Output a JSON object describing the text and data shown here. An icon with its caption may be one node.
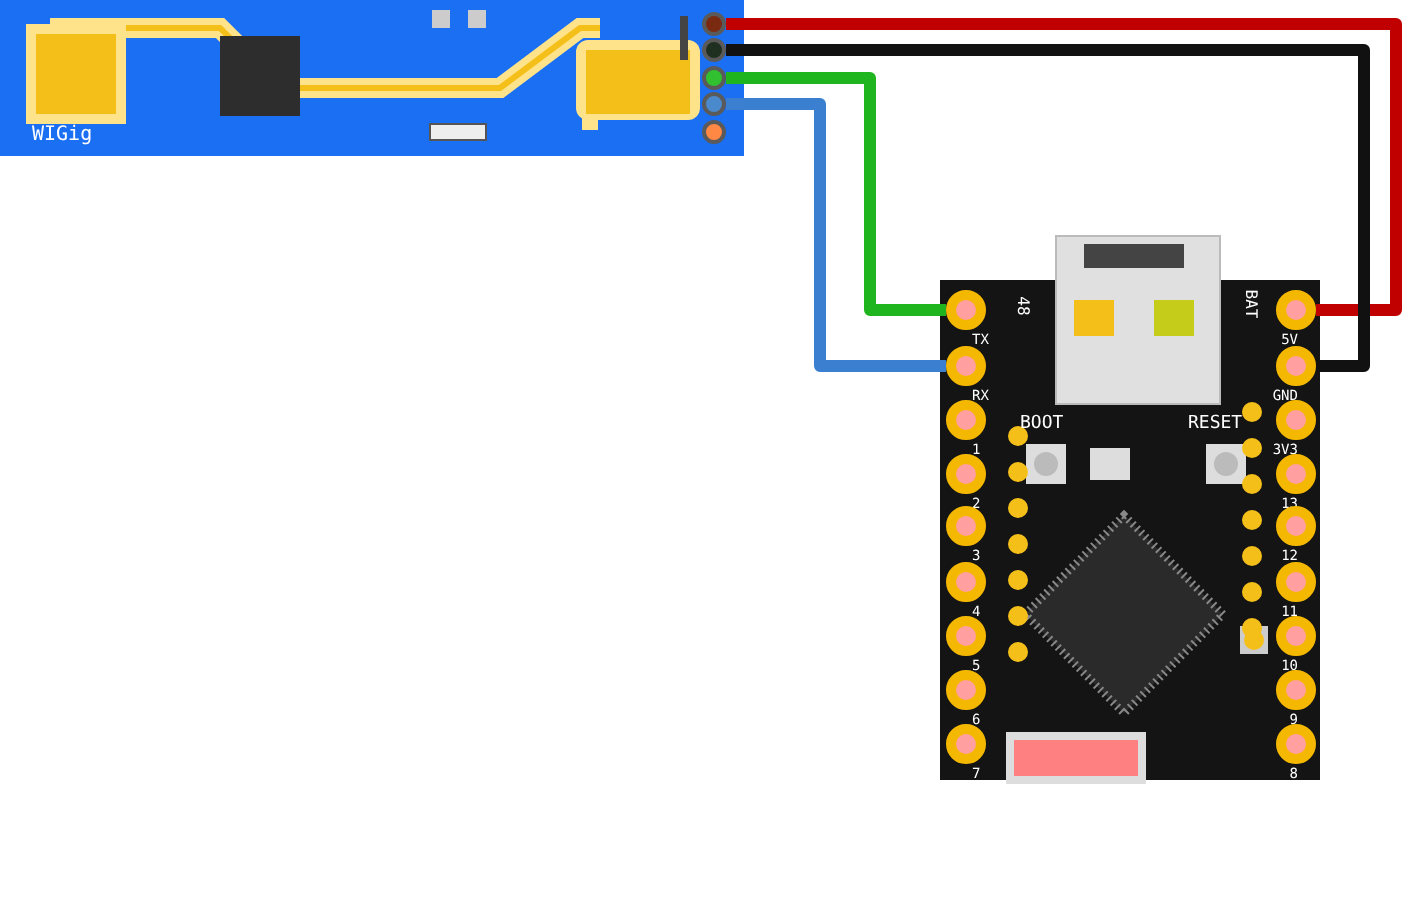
{
  "diagram": {
    "nodes": [
      {
        "text": [
          "WIGig"
        ]
      },
      {
        "text": [],
        "shape": "circle",
        "in": 0
      },
      {
        "text": [],
        "shape": "circle",
        "in": 0
      },
      {
        "text": [],
        "shape": "circle",
        "in": 0
      },
      {
        "text": [],
        "shape": "circle",
        "in": 0
      },
      {
        "text": [],
        "shape": "circle",
        "in": 0
      },
      {
        "text": [],
        "shape": "box"
      },
      {
        "text": [
          "TX"
        ],
        "in": 6
      },
      {
        "text": [
          "RX"
        ],
        "in": 6
      },
      {
        "text": [
          "1"
        ],
        "in": 6
      },
      {
        "text": [
          "2"
        ],
        "in": 6
      },
      {
        "text": [
          "3"
        ],
        "in": 6
      },
      {
        "text": [
          "4"
        ],
        "in": 6
      },
      {
        "text": [
          "5"
        ],
        "in": 6
      },
      {
        "text": [
          "6"
        ],
        "in": 6
      },
      {
        "text": [
          "7"
        ],
        "in": 6
      },
      {
        "text": [
          "5V"
        ],
        "in": 6
      },
      {
        "text": [
          "GND"
        ],
        "in": 6
      },
      {
        "text": [
          "3V3"
        ],
        "in": 6
      },
      {
        "text": [
          "13"
        ],
        "in": 6
      },
      {
        "text": [
          "12"
        ],
        "in": 6
      },
      {
        "text": [
          "11"
        ],
        "in": 6
      },
      {
        "text": [
          "10"
        ],
        "in": 6
      },
      {
        "text": [
          "9"
        ],
        "in": 6
      },
      {
        "text": [
          "8"
        ],
        "in": 6
      }
    ],
    "edges": [
      {
        "from": 1,
        "to": 16,
        "arrow": "none",
        "color": "#c00000"
      },
      {
        "from": 2,
        "to": 17,
        "arrow": "none",
        "color": "#111111"
      },
      {
        "from": 3,
        "to": 7,
        "arrow": "none",
        "color": "#1fb51f"
      },
      {
        "from": 4,
        "to": 8,
        "arrow": "none",
        "color": "#3a7fd0"
      }
    ],
    "labels": [
      "48",
      "BAT",
      "BOOT",
      "RESET"
    ]
  }
}
